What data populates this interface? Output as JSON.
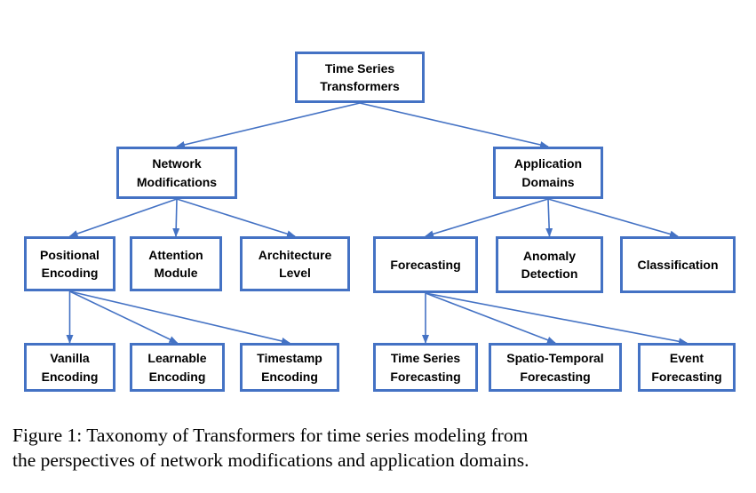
{
  "diagram": {
    "edge_color": "#4472C4",
    "nodes": {
      "root": "Time Series\nTransformers",
      "network_modifications": "Network\nModifications",
      "application_domains": "Application\nDomains",
      "positional_encoding": "Positional\nEncoding",
      "attention_module": "Attention\nModule",
      "architecture_level": "Architecture\nLevel",
      "forecasting": "Forecasting",
      "anomaly_detection": "Anomaly\nDetection",
      "classification": "Classification",
      "vanilla_encoding": "Vanilla\nEncoding",
      "learnable_encoding": "Learnable\nEncoding",
      "timestamp_encoding": "Timestamp\nEncoding",
      "time_series_forecasting": "Time Series\nForecasting",
      "spatio_temporal_forecasting": "Spatio-Temporal\nForecasting",
      "event_forecasting": "Event\nForecasting"
    },
    "edges": [
      [
        "root",
        "network_modifications"
      ],
      [
        "root",
        "application_domains"
      ],
      [
        "network_modifications",
        "positional_encoding"
      ],
      [
        "network_modifications",
        "attention_module"
      ],
      [
        "network_modifications",
        "architecture_level"
      ],
      [
        "application_domains",
        "forecasting"
      ],
      [
        "application_domains",
        "anomaly_detection"
      ],
      [
        "application_domains",
        "classification"
      ],
      [
        "positional_encoding",
        "vanilla_encoding"
      ],
      [
        "positional_encoding",
        "learnable_encoding"
      ],
      [
        "positional_encoding",
        "timestamp_encoding"
      ],
      [
        "forecasting",
        "time_series_forecasting"
      ],
      [
        "forecasting",
        "spatio_temporal_forecasting"
      ],
      [
        "forecasting",
        "event_forecasting"
      ]
    ]
  },
  "caption": {
    "line1": "Figure 1: Taxonomy of Transformers for time series modeling from",
    "line2": "the perspectives of network modifications and application domains."
  }
}
